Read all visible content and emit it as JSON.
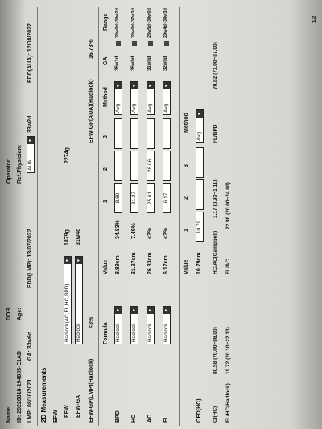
{
  "header": {
    "name_label": "Name:",
    "dob_label": "DOB:",
    "operator_label": "Operator:",
    "id_text": "ID: 20220818-194805-E1AD",
    "age_label": "Age:",
    "ref_physician_label": "Ref.Physician:",
    "lmp_text": "LMP: 08/10/2021",
    "ga_text": "GA: 33w6d",
    "edd_lmp_text": "EDD(LMP): 13/07/2022",
    "aua_dropdown": "AUA",
    "aua_ga": "33w2d",
    "edd_aua_text": "EDD(AUA): 12/08/2022"
  },
  "section_title": "2D Measurements",
  "efw": {
    "label": "EFW",
    "row1_label": "EFW",
    "row1_formula": "Hadlock(AC,FL,HC,BPD)",
    "row1_value": "1879g",
    "row2_label": "EFW-GA",
    "row2_formula": "Hadlock",
    "row2_value": "31w4d",
    "efw2_value": "2274g",
    "gp_label": "EFW-GP(LMP)(Hadlock)",
    "gp_value": "<3%",
    "gp_aua_label": "EFW-GP(AUA)(Hadlock)",
    "gp_aua_value": "16.73%"
  },
  "table": {
    "formula_header": "Formula",
    "value_header": "Value",
    "col1": "1",
    "col2": "2",
    "col3": "3",
    "method_header": "Method",
    "ga_header": "GA",
    "range_header": "Range",
    "rows": [
      {
        "name": "BPD",
        "formula": "Hadlock",
        "value": "8.89cm",
        "pct": "34.83%",
        "m1": "8.89",
        "m2": "",
        "m3": "",
        "method": "Avg",
        "ga": "35w1d",
        "range": "33w0d~38w2d"
      },
      {
        "name": "HC",
        "formula": "Hadlock",
        "value": "31.27cm",
        "pct": "7.49%",
        "m1": "31.27",
        "m2": "",
        "m3": "",
        "method": "Avg",
        "ga": "35w0d",
        "range": "33w0d~37w3d"
      },
      {
        "name": "AC",
        "formula": "Hadlock",
        "value": "26.83cm",
        "pct": "<3%",
        "m1": "25.61",
        "m2": "28.06",
        "m3": "",
        "method": "Avg",
        "ga": "31w0d",
        "range": "28w5d~34w0d"
      },
      {
        "name": "FL",
        "formula": "Hadlock",
        "value": "6.17cm",
        "pct": "<3%",
        "m1": "6.17",
        "m2": "",
        "m3": "",
        "method": "Avg",
        "ga": "32w0d",
        "range": "29w4d~34w3d"
      }
    ]
  },
  "ofd": {
    "value_header": "Value",
    "col1": "1",
    "col2": "2",
    "col3": "3",
    "method_header": "Method",
    "label": "OFD(HC)",
    "value": "10.79cm",
    "m1": "10.79",
    "method": "Avg"
  },
  "ratios": {
    "ci_label": "CI(HC)",
    "ci_value": "80.58 (70.00~86.00)",
    "hcac_label": "HC/AC(Campbell)",
    "hcac_value": "1.17 (0.93~1.11)",
    "flbpd_label": "FL/BPD",
    "flbpd_value": "70.82 (71.00~87.00)",
    "flhc_label": "FL/HC(Hadlock)",
    "flhc_value": "19.72 (20.10~22.13)",
    "flac_label": "FL/AC",
    "flac_value": "22.98 (20.00~24.00)"
  },
  "page_num": "1/2"
}
